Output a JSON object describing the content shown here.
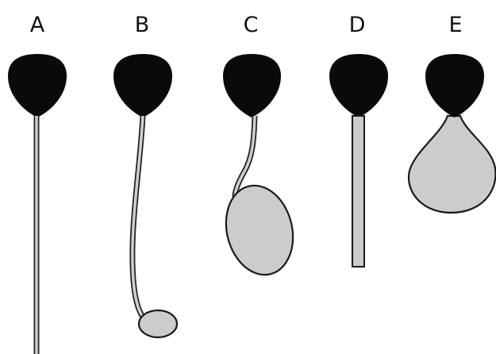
{
  "panels": [
    {
      "label": "A"
    },
    {
      "label": "B"
    },
    {
      "label": "C"
    },
    {
      "label": "D"
    },
    {
      "label": "E"
    }
  ],
  "colors": {
    "head": "#0a0a0a",
    "body": "#cccccc",
    "outline": "#1a1a1a",
    "background": "#ffffff"
  }
}
